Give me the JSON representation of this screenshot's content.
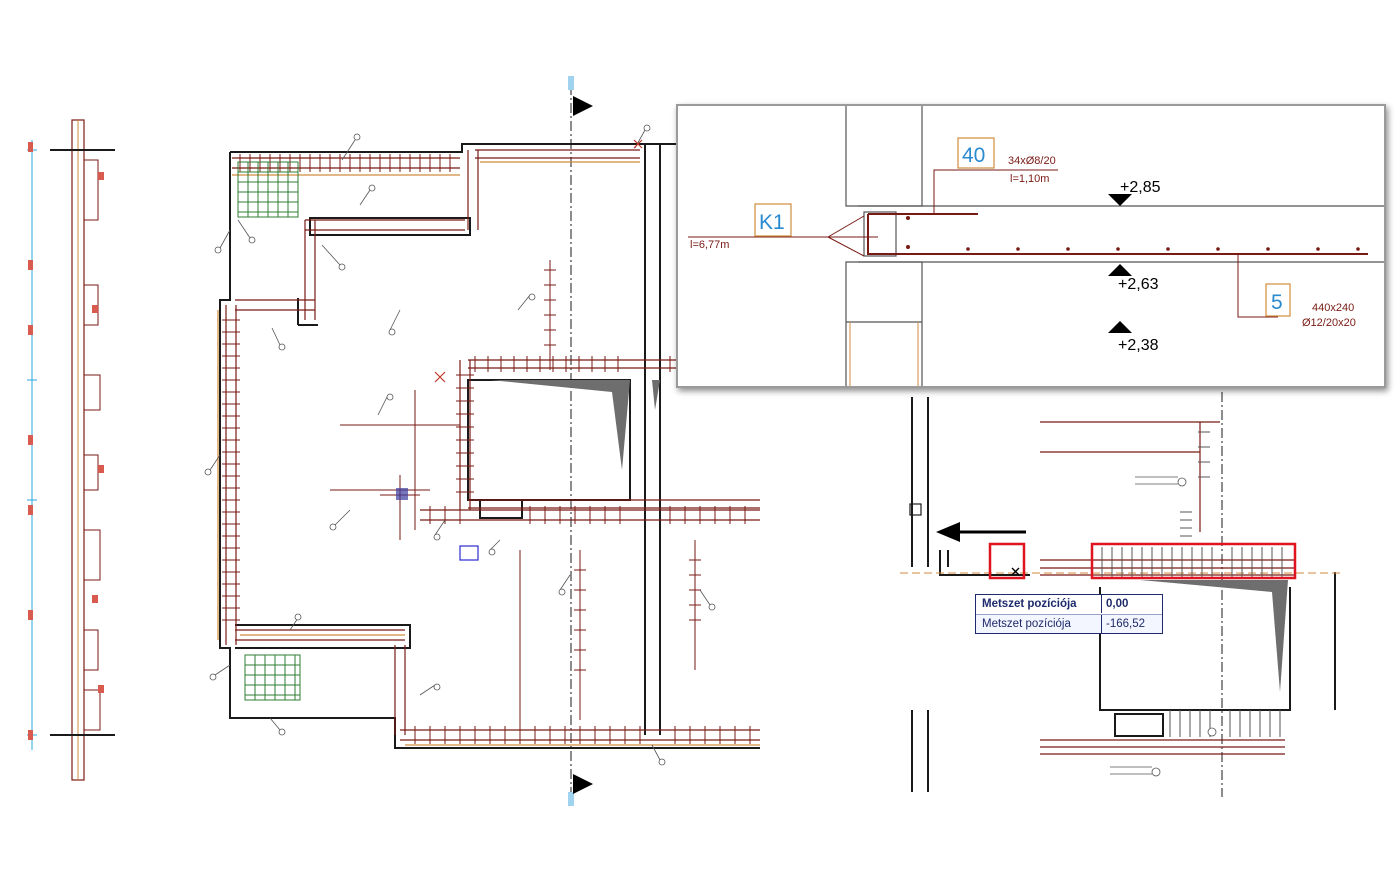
{
  "detail": {
    "k1": {
      "label": "K1",
      "length": "l=6,77m"
    },
    "b40": {
      "label": "40",
      "spec": "34xØ8/20",
      "length": "l=1,10m"
    },
    "b5": {
      "label": "5",
      "size": "440x240",
      "spec": "Ø12/20x20"
    },
    "levels": [
      "+2,85",
      "+2,63",
      "+2,38"
    ]
  },
  "tooltip": {
    "rows": [
      {
        "label": "Metszet pozíciója",
        "value": "0,00"
      },
      {
        "label": "Metszet pozíciója",
        "value": "-166,52"
      }
    ]
  },
  "colors": {
    "rebar": "#7a1a14",
    "wall": "#1a1a1a",
    "mesh": "#2e7d32",
    "highlight": "#e0141e",
    "accent": "#2aa8e0",
    "timber": "#d08b3c",
    "tip_border": "#1e2a6b"
  },
  "icons": [
    "section-marker-icon",
    "direction-arrow-icon",
    "level-marker-icon"
  ]
}
